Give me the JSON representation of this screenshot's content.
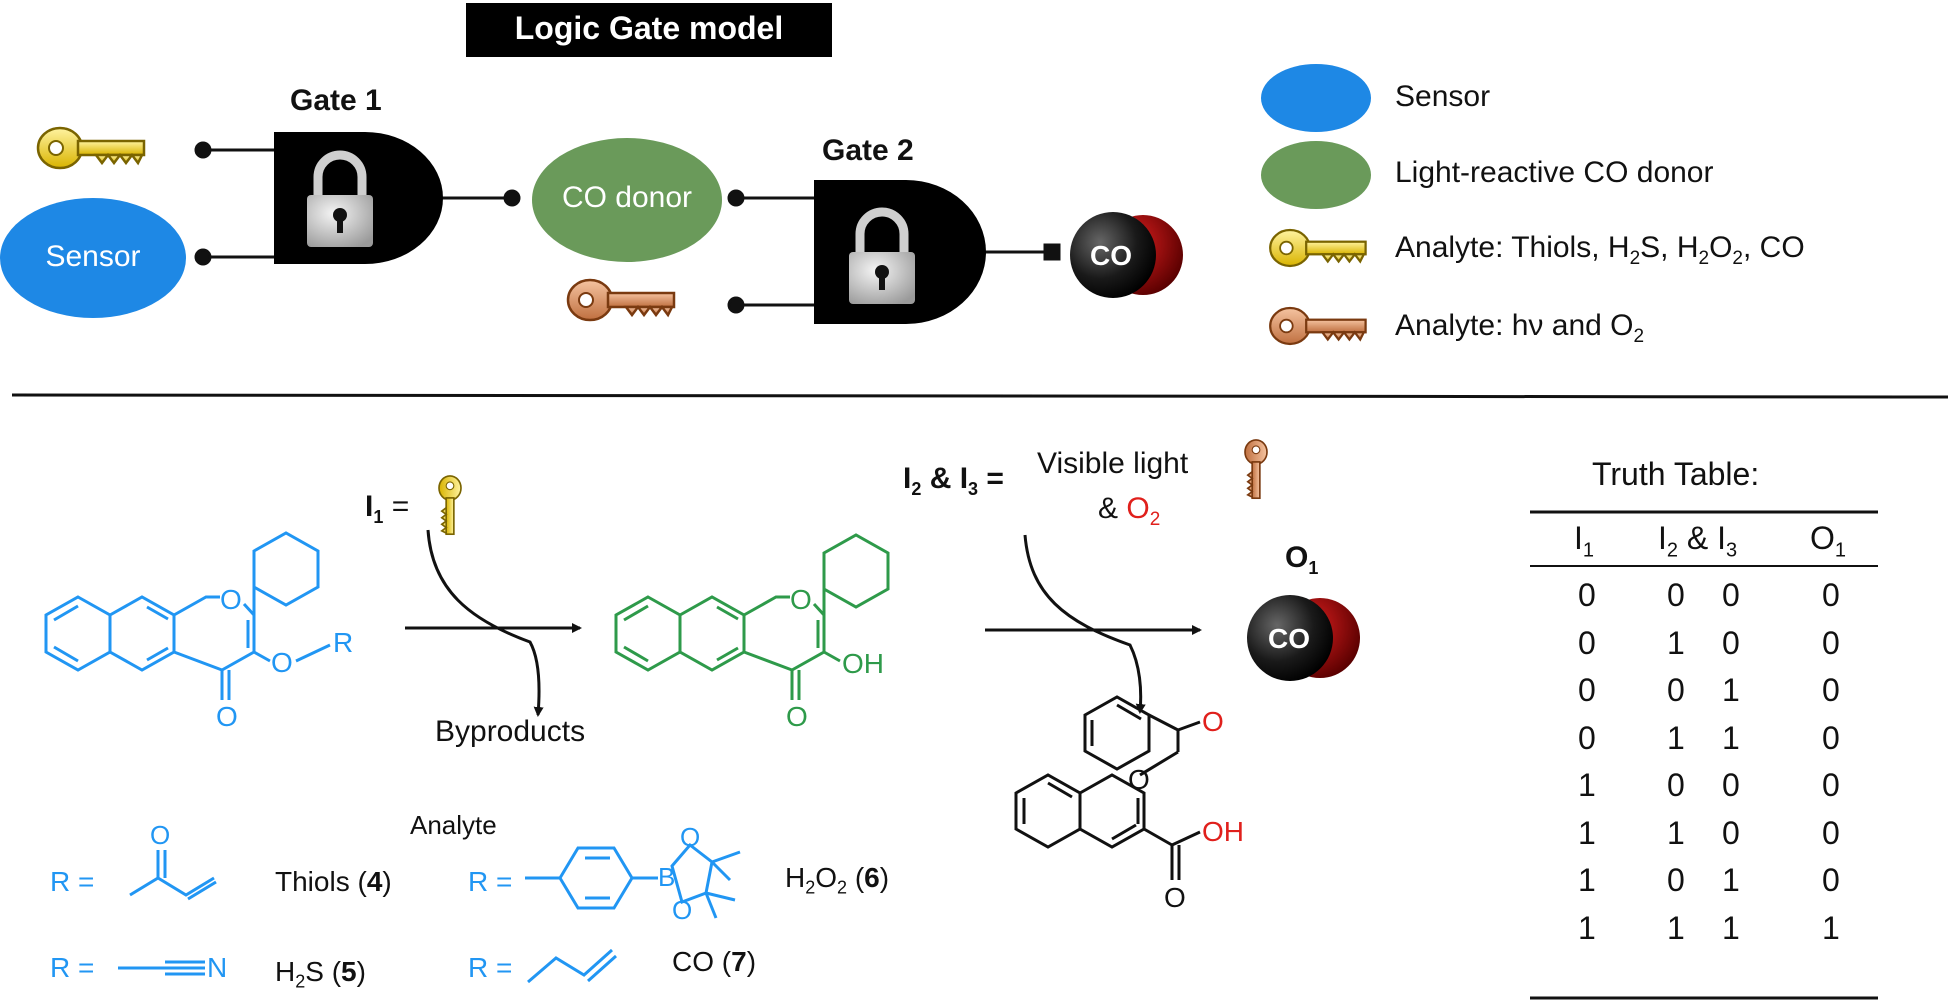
{
  "title": "Logic Gate model",
  "gates": {
    "gate1_label": "Gate 1",
    "gate2_label": "Gate 2",
    "sensor_label": "Sensor",
    "co_donor_label": "CO donor",
    "output_label": "CO"
  },
  "legend": [
    {
      "kind": "sensor",
      "text": "Sensor",
      "color": "#1e88e5"
    },
    {
      "kind": "donor",
      "text": "Light-reactive CO donor",
      "color": "#6a9a5a"
    },
    {
      "kind": "yellow-key",
      "text_main": "Analyte: Thiols, H",
      "sub1": "2",
      "mid1": "S, H",
      "sub2": "2",
      "mid2": "O",
      "sub3": "2",
      "tail": ", CO",
      "color": "#e8c81a"
    },
    {
      "kind": "orange-key",
      "text_main": "Analyte: hν and O",
      "sub1": "2",
      "color": "#d9956a"
    }
  ],
  "scheme": {
    "i1_label": "I",
    "i1_sub": "1",
    "i1_eq": " =",
    "i23_label_a": "I",
    "i23_sub_a": "2",
    "i23_amp": " & I",
    "i23_sub_b": "3",
    "i23_eq": " =",
    "visible_light": "Visible light",
    "and_o2_amp": "& ",
    "and_o2": "O",
    "and_o2_sub": "2",
    "byproducts": "Byproducts",
    "o1_label": "O",
    "o1_sub": "1",
    "product_co": "CO",
    "start_R": "R",
    "start_O_ring": "O",
    "start_O_keto": "O",
    "start_O_ether": "O",
    "mid_O_ring": "O",
    "mid_O_keto": "O",
    "mid_OH": "OH",
    "byp_O_top": "O",
    "byp_O_ester": "O",
    "byp_O_acid": "O",
    "byp_OH": "OH"
  },
  "analyte": {
    "heading": "Analyte",
    "rows": [
      {
        "r_label": "R =",
        "name": "Thiols",
        "num": "4"
      },
      {
        "r_label": "R =",
        "name_a": "H",
        "name_sub": "2",
        "name_b": "O",
        "name_sub2": "2",
        "num": "6"
      },
      {
        "r_label": "R =",
        "name_a": "H",
        "name_sub": "2",
        "name_b": "S",
        "num": "5"
      },
      {
        "r_label": "R =",
        "name": "CO",
        "num": "7"
      }
    ],
    "atom_O": "O",
    "atom_N": "N",
    "atom_B": "B",
    "atom_O1": "O",
    "atom_O2": "O"
  },
  "truth_table": {
    "title": "Truth Table:",
    "headers": [
      {
        "main": "I",
        "sub": "1"
      },
      {
        "main": "I",
        "sub": "2",
        "amp": " & I",
        "sub2": "3"
      },
      {
        "main": "O",
        "sub": "1"
      }
    ],
    "rows": [
      [
        "0",
        "0",
        "0",
        "0"
      ],
      [
        "0",
        "1",
        "0",
        "0"
      ],
      [
        "0",
        "0",
        "1",
        "0"
      ],
      [
        "0",
        "1",
        "1",
        "0"
      ],
      [
        "1",
        "0",
        "0",
        "0"
      ],
      [
        "1",
        "1",
        "0",
        "0"
      ],
      [
        "1",
        "0",
        "1",
        "0"
      ],
      [
        "1",
        "1",
        "1",
        "1"
      ]
    ]
  },
  "colors": {
    "blue": "#2196f3",
    "green": "#2e9a4a",
    "red": "#e0201c",
    "black": "#111111"
  }
}
